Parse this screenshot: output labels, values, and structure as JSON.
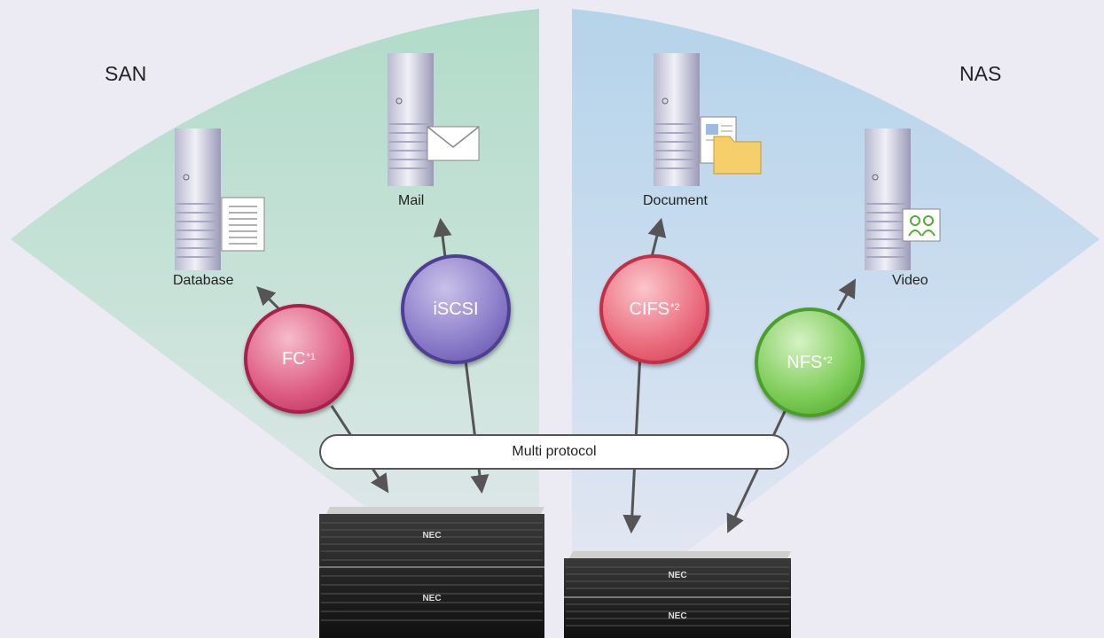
{
  "regions": {
    "san_label": "SAN",
    "nas_label": "NAS"
  },
  "servers": [
    {
      "label": "Database",
      "icon": "database-document-icon"
    },
    {
      "label": "Mail",
      "icon": "envelope-icon"
    },
    {
      "label": "Document",
      "icon": "document-folder-icon"
    },
    {
      "label": "Video",
      "icon": "video-people-icon"
    }
  ],
  "protocols": [
    {
      "label": "FC",
      "note": "*1",
      "color": "#d23a6a"
    },
    {
      "label": "iSCSI",
      "note": "",
      "color": "#6e5cb0"
    },
    {
      "label": "CIFS",
      "note": "*2",
      "color": "#e04a5e"
    },
    {
      "label": "NFS",
      "note": "*2",
      "color": "#5ab63a"
    }
  ],
  "multi_protocol": "Multi protocol",
  "storage_brand": "NEC",
  "colors": {
    "san_bg": "#b5dccd",
    "nas_bg": "#b9d6ec",
    "page_bg": "#ecebf3"
  }
}
